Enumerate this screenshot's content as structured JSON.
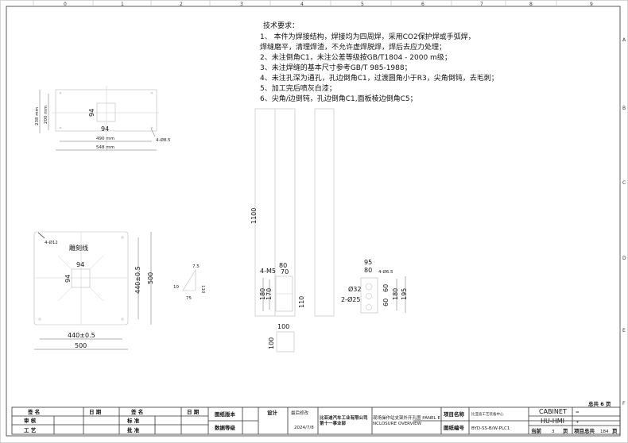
{
  "ruler": {
    "columns": [
      "0",
      "1",
      "2",
      "3",
      "4",
      "5",
      "6",
      "7",
      "8",
      "9"
    ],
    "rows": [
      "A",
      "B",
      "C",
      "D",
      "E",
      "F"
    ]
  },
  "requirements": {
    "title": "技术要求：",
    "lines": [
      "1、 本件为焊接结构，焊接均为四周焊，采用CO2保护焊或手弧焊，",
      "焊缝磨平，清理焊渣，不允许虚焊脱焊，焊后去应力处理；",
      "2、未注倒角C1，未注公差等级按GB/T1804 - 2000 m级；",
      "3、未注焊缝的基本尺寸参考GB/T 985-1988；",
      "4、未注孔深为通孔，孔边倒角C1，过渡圆角小于R3，尖角倒钝，去毛刺；",
      "5、加工完后喷灰白漆；",
      "6、尖角/边倒钝，孔边倒角C1,面板棱边倒角C5；"
    ]
  },
  "top_view": {
    "h1": "238 mm",
    "h2": "200 mm",
    "sq_v": "94",
    "sq_h": "94",
    "w1": "490 mm",
    "w2": "548 mm",
    "holes": "4-Ø8.5"
  },
  "base_view": {
    "holes": "4-Ø12",
    "engrave": "雕刻线",
    "sq_h": "94",
    "sq_v": "94",
    "v1": "440±0.5",
    "v2": "500",
    "h1": "440±0.5",
    "h2": "500"
  },
  "rib_view": {
    "top": "7.5",
    "height": "110",
    "left": "10",
    "bottom": "75"
  },
  "column_view": {
    "height": "1100"
  },
  "bracket_view": {
    "w1": "80",
    "w2": "70",
    "thread": "4-M5",
    "h1": "180",
    "h2": "170",
    "h3": "110"
  },
  "square_view": {
    "w": "100",
    "h": "100"
  },
  "hole_plate": {
    "w1": "95",
    "w2": "80",
    "holes": "4-Ø6.5",
    "d1": "Ø32",
    "d2": "2-Ø25",
    "p1": "60",
    "p2": "60",
    "h1": "180",
    "h2": "195"
  },
  "title_block": {
    "total_sheets": "总共 6  页",
    "sign": "签    名",
    "date": "日  期",
    "sign2": "签    名",
    "date2": "日  期",
    "review": "审  核",
    "process": "工  艺",
    "standard": "标  准",
    "approve": "批  准",
    "drawing_version": "图纸版本",
    "data_level": "数据等级",
    "design": "设计",
    "last_modified": "最后修改",
    "mod_date": "2024/7/8",
    "company": "比亚迪汽车工业有限公司",
    "division": "第十一事业部",
    "drawing_title": "现场操作站支架外开孔图  PANEL E",
    "drawing_title2": "NCLOSURE OVERVIEW",
    "project_name_label": "项目名称",
    "project_name": "比亚迪工艺装备中心",
    "drawing_no_label": "图纸编号",
    "drawing_no": "BYD-SS-B/W-PLC1",
    "cabinet": "CABINET",
    "cabinet_val": "=",
    "hmi": "HU-HMI",
    "hmi_val": "+",
    "current": "当前",
    "current_no": "3",
    "page": "页",
    "project_total": "项目总共",
    "project_total_no": "184",
    "page2": "页"
  }
}
